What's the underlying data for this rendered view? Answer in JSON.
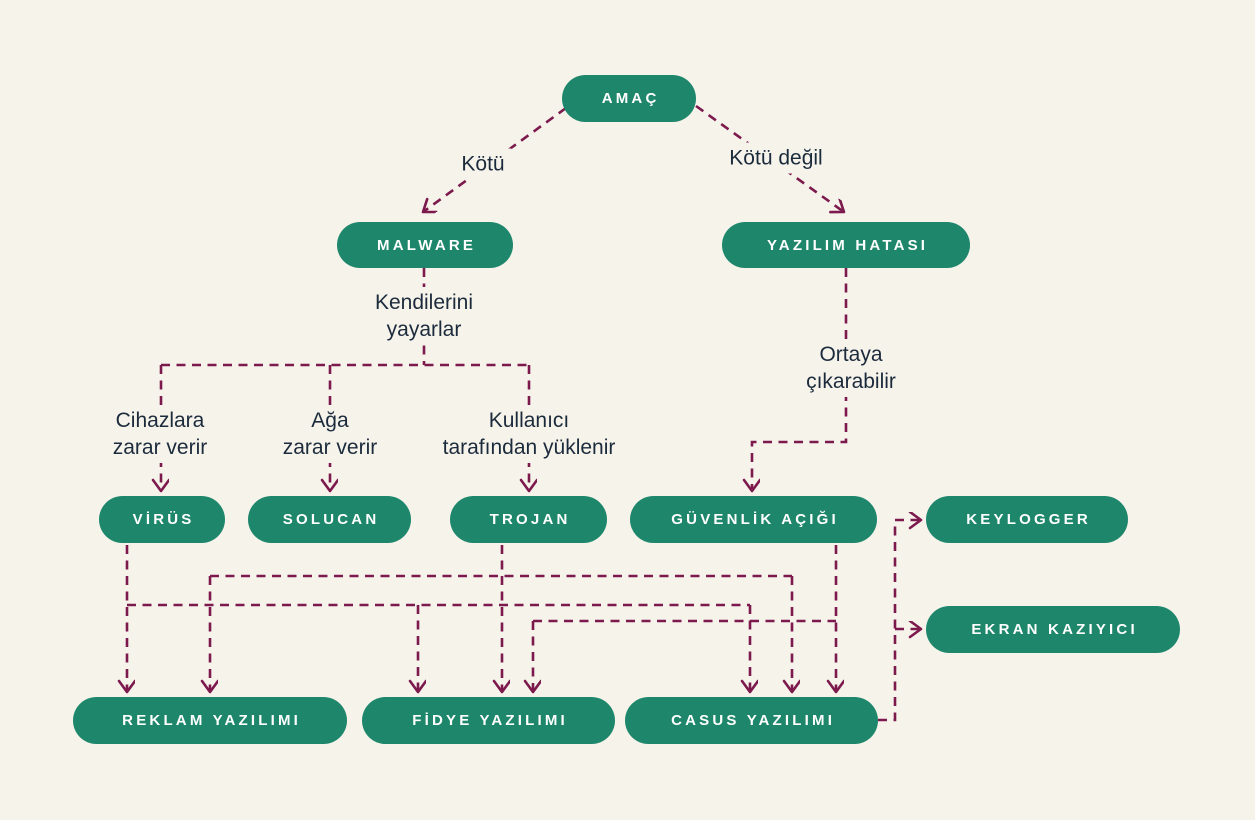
{
  "theme": {
    "bg": "#f6f3eb",
    "green": "#1e876b",
    "line": "#7c1a4d",
    "ink": "#1c2b3c"
  },
  "diagram": {
    "nodes": {
      "amac": "AMAÇ",
      "malware": "MALWARE",
      "yazilim_hatasi": "YAZILIM HATASI",
      "virus": "VİRÜS",
      "solucan": "SOLUCAN",
      "trojan": "TROJAN",
      "guvenlik_acigi": "GÜVENLİK AÇIĞI",
      "keylogger": "KEYLOGGER",
      "ekran_kaziyici": "EKRAN KAZIYICI",
      "reklam_yazilimi": "REKLAM YAZILIMI",
      "fidye_yazilimi": "FİDYE YAZILIMI",
      "casus_yazilimi": "CASUS YAZILIMI"
    },
    "edge_labels": {
      "kotu": "Kötü",
      "kotu_degil": "Kötü değil",
      "kendilerini_yayarlar": "Kendilerini\nyayarlar",
      "cihazlara_zarar_verir": "Cihazlara\nzarar verir",
      "aga_zarar_verir": "Ağa\nzarar verir",
      "kullanici_tarafindan_yuklenir": "Kullanıcı\ntarafından yüklenir",
      "ortaya_cikarabilir": "Ortaya\nçıkarabilir"
    },
    "edges": [
      {
        "from": "AMAÇ",
        "to": "MALWARE",
        "label": "Kötü"
      },
      {
        "from": "AMAÇ",
        "to": "YAZILIM HATASI",
        "label": "Kötü değil"
      },
      {
        "from": "MALWARE",
        "to": "VİRÜS",
        "group_label": "Kendilerini yayarlar",
        "label": "Cihazlara zarar verir"
      },
      {
        "from": "MALWARE",
        "to": "SOLUCAN",
        "group_label": "Kendilerini yayarlar",
        "label": "Ağa zarar verir"
      },
      {
        "from": "MALWARE",
        "to": "TROJAN",
        "group_label": "Kendilerini yayarlar",
        "label": "Kullanıcı tarafından yüklenir"
      },
      {
        "from": "YAZILIM HATASI",
        "to": "GÜVENLİK AÇIĞI",
        "label": "Ortaya çıkarabilir"
      },
      {
        "from": "VİRÜS",
        "to": "REKLAM YAZILIMI",
        "label": ""
      },
      {
        "from": "VİRÜS",
        "to": "FİDYE YAZILIMI",
        "label": ""
      },
      {
        "from": "VİRÜS",
        "to": "CASUS YAZILIMI",
        "label": ""
      },
      {
        "from": "TROJAN",
        "to": "REKLAM YAZILIMI",
        "label": ""
      },
      {
        "from": "TROJAN",
        "to": "FİDYE YAZILIMI",
        "label": ""
      },
      {
        "from": "TROJAN",
        "to": "CASUS YAZILIMI",
        "label": ""
      },
      {
        "from": "GÜVENLİK AÇIĞI",
        "to": "FİDYE YAZILIMI",
        "label": ""
      },
      {
        "from": "GÜVENLİK AÇIĞI",
        "to": "CASUS YAZILIMI",
        "label": ""
      },
      {
        "from": "CASUS YAZILIMI",
        "to": "KEYLOGGER",
        "label": ""
      },
      {
        "from": "CASUS YAZILIMI",
        "to": "EKRAN KAZIYICI",
        "label": ""
      }
    ]
  }
}
